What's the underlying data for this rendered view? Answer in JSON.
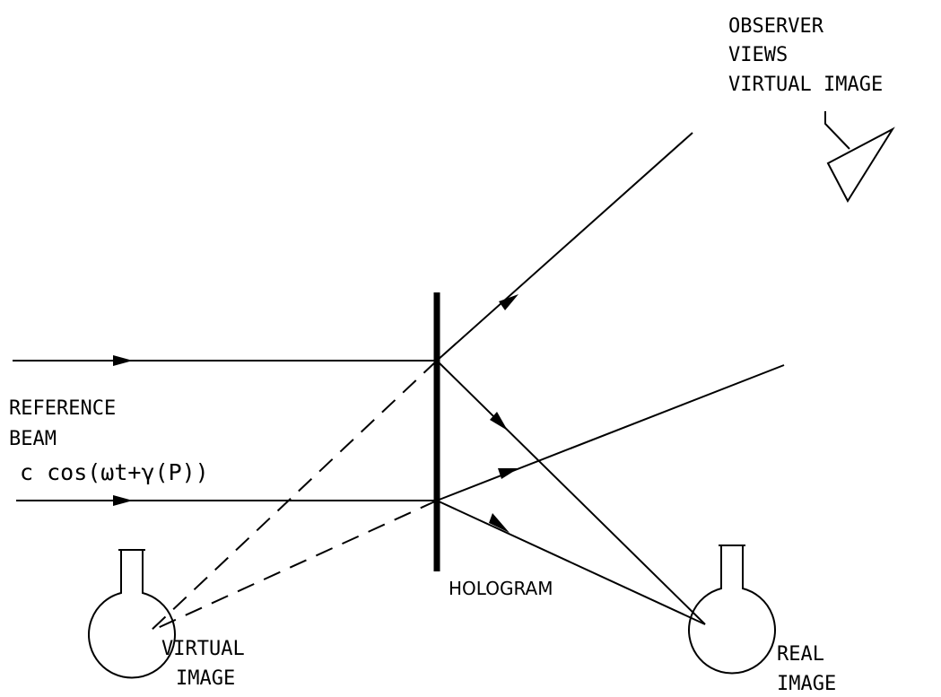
{
  "labels": {
    "observer_line1": "OBSERVER",
    "observer_line2": "VIEWS",
    "observer_line3": "VIRTUAL IMAGE",
    "reference_line1": "REFERENCE",
    "reference_line2": "BEAM",
    "formula": "c cos(ωt+γ(P))",
    "hologram": "HOLOGRAM",
    "virtual_line1": "VIRTUAL",
    "virtual_line2": "IMAGE",
    "real_line1": "REAL",
    "real_line2": "IMAGE"
  },
  "icons": {
    "eye": "eye-icon",
    "virtual_flask": "flask-icon",
    "real_flask": "flask-icon"
  }
}
